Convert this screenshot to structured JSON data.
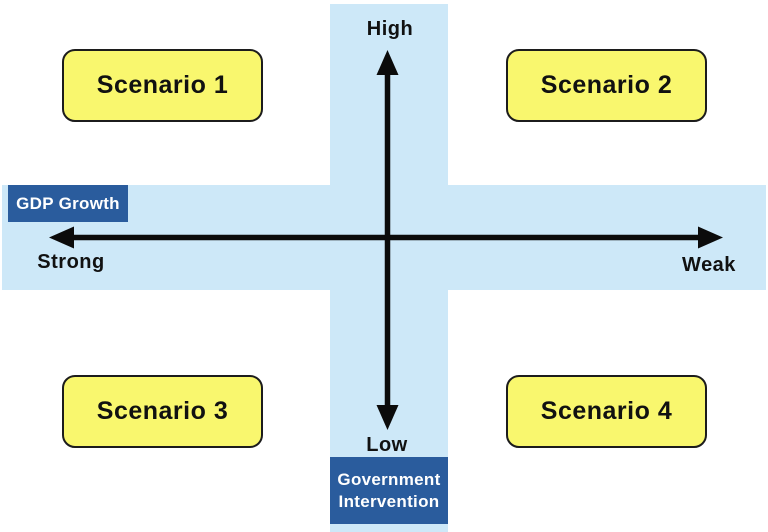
{
  "colors": {
    "band": "#cde8f8",
    "axis_title_bg": "#2a5c9d",
    "axis_title_text": "#ffffff",
    "scenario_fill": "#f9f76e",
    "scenario_border": "#1c1c1c",
    "arrow": "#0b0b0b",
    "text": "#111111"
  },
  "axes": {
    "horizontal": {
      "title": "GDP Growth",
      "left_label": "Strong",
      "right_label": "Weak"
    },
    "vertical": {
      "title": "Government Intervention",
      "title_lines": [
        "Government",
        "Intervention"
      ],
      "top_label": "High",
      "bottom_label": "Low"
    }
  },
  "quadrants": [
    {
      "position": "top-left",
      "label": "Scenario 1"
    },
    {
      "position": "top-right",
      "label": "Scenario 2"
    },
    {
      "position": "bottom-left",
      "label": "Scenario 3"
    },
    {
      "position": "bottom-right",
      "label": "Scenario 4"
    }
  ]
}
